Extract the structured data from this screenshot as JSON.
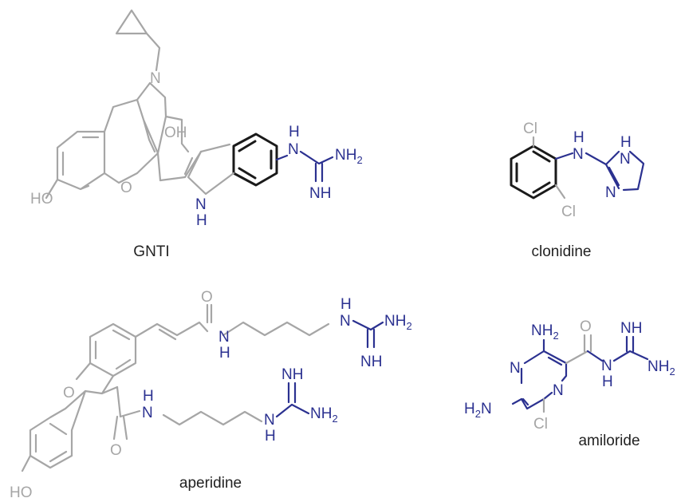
{
  "colors": {
    "scaffold": "#a6a6a6",
    "aromatic_ring": "#1a1a1a",
    "guanidine_group": "#2b3190",
    "name_text": "#222222",
    "background": "#ffffff"
  },
  "molecules": [
    {
      "name": "GNTI",
      "atoms": {
        "n_bridge": "N",
        "oh": "OH",
        "ho": "HO",
        "o_ether": "O",
        "nh_indole_h": "N",
        "nh_indole_n": "H",
        "gu_h": "H",
        "gu_n": "N",
        "gu_nh2_main": "NH",
        "gu_nh2_sub": "2",
        "gu_nh": "NH"
      }
    },
    {
      "name": "clonidine",
      "atoms": {
        "cl_top": "Cl",
        "cl_bottom": "Cl",
        "nh_h": "H",
        "nh_n": "N",
        "ring_h": "H",
        "ring_n_top": "N",
        "ring_n_bottom": "N"
      }
    },
    {
      "name": "aperidine",
      "atoms": {
        "o_amide1": "O",
        "n_amide1": "N",
        "h_amide1": "H",
        "gu1_h": "H",
        "gu1_n": "N",
        "gu1_nh2_main": "NH",
        "gu1_nh2_sub": "2",
        "gu1_nh": "NH",
        "o_furan": "O",
        "h_amide2": "H",
        "n_amide2": "N",
        "o_amide2": "O",
        "gu2_nh": "NH",
        "gu2_n": "N",
        "gu2_h": "H",
        "gu2_nh2_main": "NH",
        "gu2_nh2_sub": "2",
        "ho": "HO"
      }
    },
    {
      "name": "amiloride",
      "atoms": {
        "nh2_top_main": "NH",
        "nh2_top_sub": "2",
        "o_carbonyl": "O",
        "gu_nh": "NH",
        "gu_nh2_main": "NH",
        "gu_nh2_sub": "2",
        "gu_n": "N",
        "gu_h": "H",
        "ring_n_left": "N",
        "ring_n_right": "N",
        "h2n_main": "H",
        "h2n_sub": "2",
        "h2n_n": "N",
        "cl": "Cl"
      }
    }
  ]
}
